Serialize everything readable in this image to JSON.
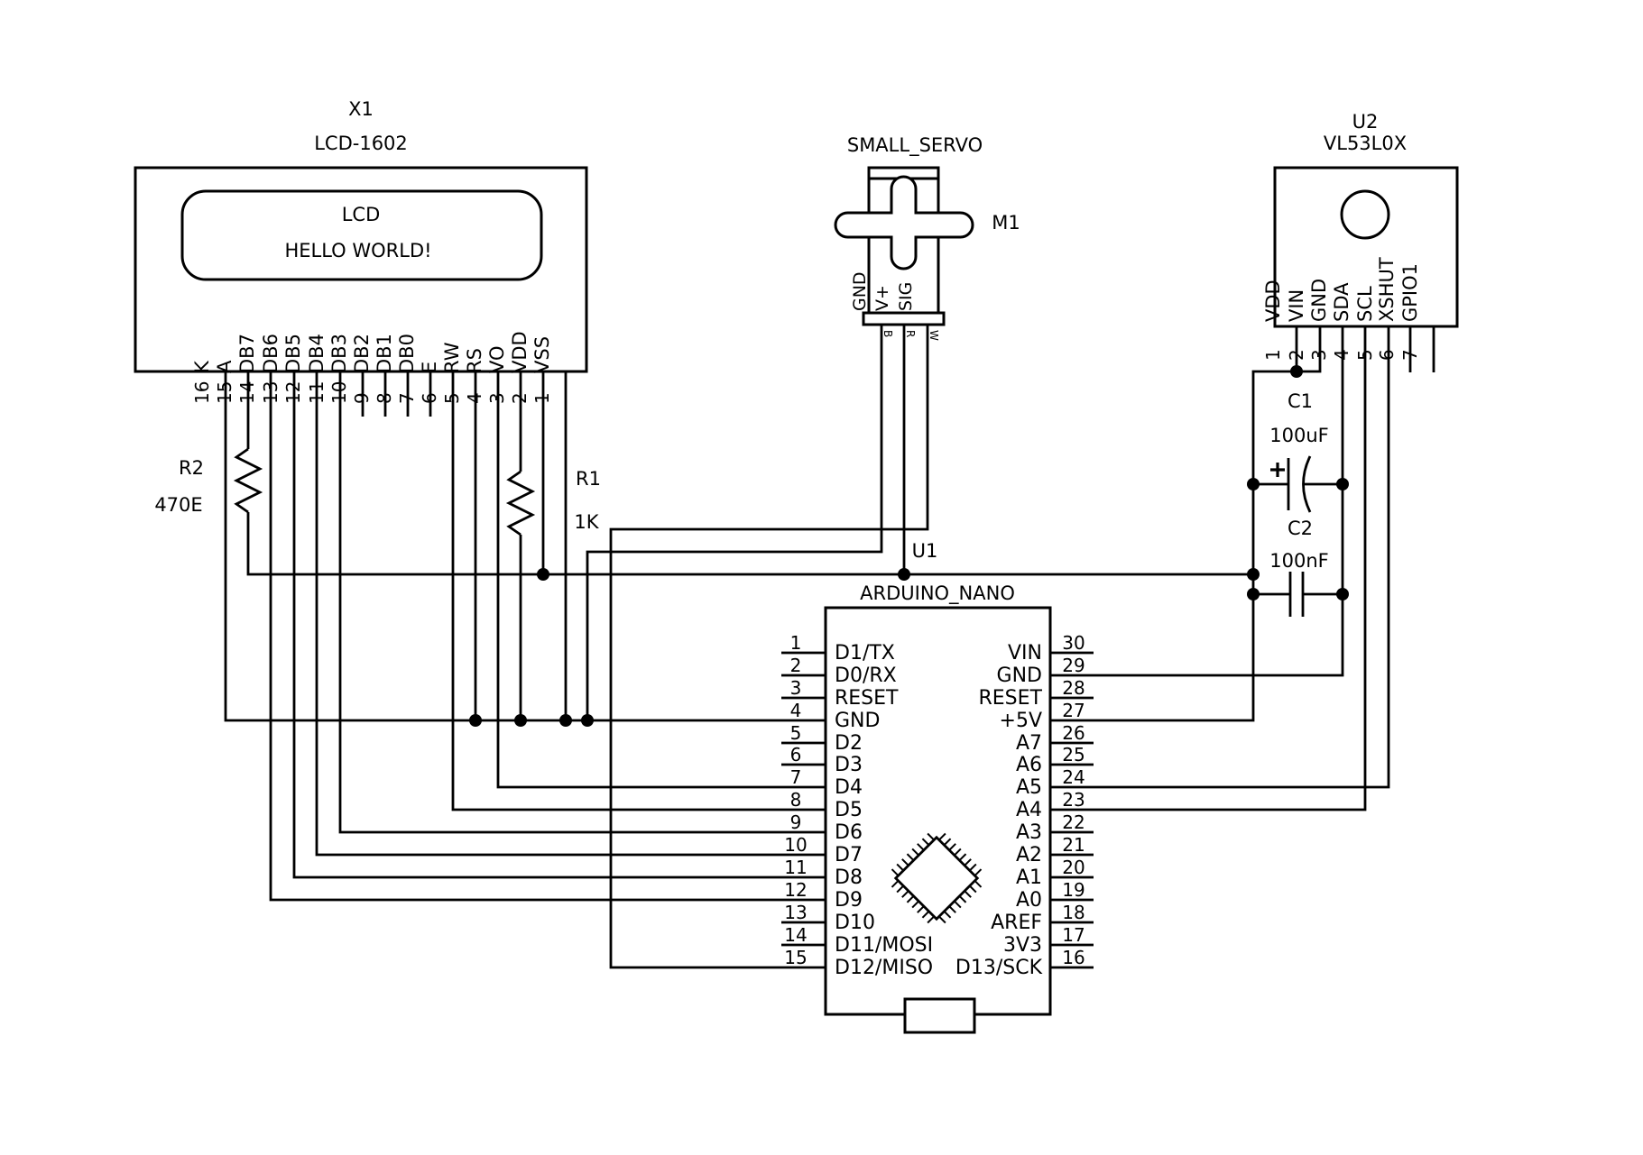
{
  "lcd": {
    "ref": "X1",
    "part": "LCD-1602",
    "screen_line1": "LCD",
    "screen_line2": "HELLO WORLD!",
    "pins": [
      {
        "n": "16",
        "label": "K"
      },
      {
        "n": "15",
        "label": "A"
      },
      {
        "n": "14",
        "label": "DB7"
      },
      {
        "n": "13",
        "label": "DB6"
      },
      {
        "n": "12",
        "label": "DB5"
      },
      {
        "n": "11",
        "label": "DB4"
      },
      {
        "n": "10",
        "label": "DB3"
      },
      {
        "n": "9",
        "label": "DB2"
      },
      {
        "n": "8",
        "label": "DB1"
      },
      {
        "n": "7",
        "label": "DB0"
      },
      {
        "n": "6",
        "label": "E"
      },
      {
        "n": "5",
        "label": "RW"
      },
      {
        "n": "4",
        "label": "RS"
      },
      {
        "n": "3",
        "label": "VO"
      },
      {
        "n": "2",
        "label": "VDD"
      },
      {
        "n": "1",
        "label": "VSS"
      }
    ]
  },
  "servo": {
    "part": "SMALL_SERVO",
    "ref": "M1",
    "pins": [
      {
        "label": "GND",
        "color": "B"
      },
      {
        "label": "V+",
        "color": "R"
      },
      {
        "label": "SIG",
        "color": "W"
      }
    ]
  },
  "sensor": {
    "ref": "U2",
    "part": "VL53L0X",
    "pins": [
      {
        "n": "1",
        "label": "VDD"
      },
      {
        "n": "2",
        "label": "VIN"
      },
      {
        "n": "3",
        "label": "GND"
      },
      {
        "n": "4",
        "label": "SDA"
      },
      {
        "n": "5",
        "label": "SCL"
      },
      {
        "n": "6",
        "label": "XSHUT"
      },
      {
        "n": "7",
        "label": "GPIO1"
      }
    ]
  },
  "nano": {
    "ref": "U1",
    "part": "ARDUINO_NANO",
    "left": [
      {
        "n": "1",
        "label": "D1/TX"
      },
      {
        "n": "2",
        "label": "D0/RX"
      },
      {
        "n": "3",
        "label": "RESET"
      },
      {
        "n": "4",
        "label": "GND"
      },
      {
        "n": "5",
        "label": "D2"
      },
      {
        "n": "6",
        "label": "D3"
      },
      {
        "n": "7",
        "label": "D4"
      },
      {
        "n": "8",
        "label": "D5"
      },
      {
        "n": "9",
        "label": "D6"
      },
      {
        "n": "10",
        "label": "D7"
      },
      {
        "n": "11",
        "label": "D8"
      },
      {
        "n": "12",
        "label": "D9"
      },
      {
        "n": "13",
        "label": "D10"
      },
      {
        "n": "14",
        "label": "D11/MOSI"
      },
      {
        "n": "15",
        "label": "D12/MISO"
      }
    ],
    "right": [
      {
        "n": "30",
        "label": "VIN"
      },
      {
        "n": "29",
        "label": "GND"
      },
      {
        "n": "28",
        "label": "RESET"
      },
      {
        "n": "27",
        "label": "+5V"
      },
      {
        "n": "26",
        "label": "A7"
      },
      {
        "n": "25",
        "label": "A6"
      },
      {
        "n": "24",
        "label": "A5"
      },
      {
        "n": "23",
        "label": "A4"
      },
      {
        "n": "22",
        "label": "A3"
      },
      {
        "n": "21",
        "label": "A2"
      },
      {
        "n": "20",
        "label": "A1"
      },
      {
        "n": "19",
        "label": "A0"
      },
      {
        "n": "18",
        "label": "AREF"
      },
      {
        "n": "17",
        "label": "3V3"
      },
      {
        "n": "16",
        "label": "D13/SCK"
      }
    ]
  },
  "r1": {
    "ref": "R1",
    "value": "1K"
  },
  "r2": {
    "ref": "R2",
    "value": "470E"
  },
  "c1": {
    "ref": "C1",
    "value": "100uF"
  },
  "c2": {
    "ref": "C2",
    "value": "100nF"
  },
  "colors": {
    "line": "#000000",
    "background": "#ffffff"
  }
}
